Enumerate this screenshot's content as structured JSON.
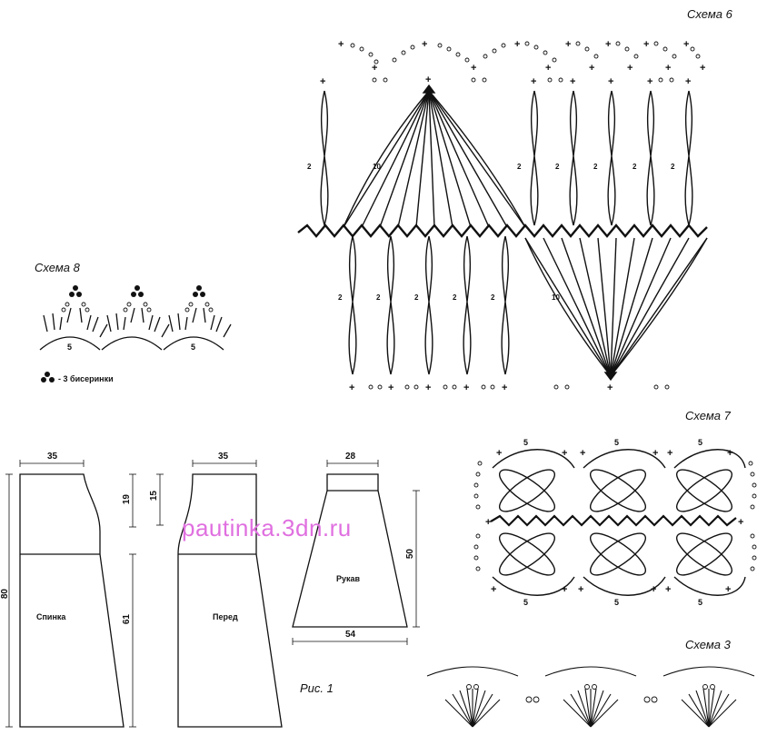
{
  "schemes": {
    "scheme6": {
      "title": "Схема 6",
      "loop_counts": [
        "2",
        "10",
        "2",
        "2",
        "2",
        "2",
        "2",
        "2",
        "2",
        "2",
        "2",
        "2",
        "10"
      ]
    },
    "scheme7": {
      "title": "Схема 7",
      "counts": [
        "5",
        "5",
        "5",
        "5",
        "5",
        "5"
      ]
    },
    "scheme8": {
      "title": "Схема 8",
      "counts": [
        "5",
        "5"
      ],
      "legend": "- 3 бисеринки"
    },
    "scheme3": {
      "title": "Схема 3"
    }
  },
  "pattern": {
    "figure_label": "Рис. 1",
    "back": {
      "name": "Спинка",
      "top_width": "35",
      "upper_height": "19",
      "lower_height": "61",
      "total_height": "80"
    },
    "front": {
      "name": "Перед",
      "top_width": "35",
      "neck_depth": "15"
    },
    "sleeve": {
      "name": "Рукав",
      "top_width": "28",
      "bottom_width": "54",
      "height": "50"
    }
  },
  "watermark": "pautinka.3dn.ru"
}
